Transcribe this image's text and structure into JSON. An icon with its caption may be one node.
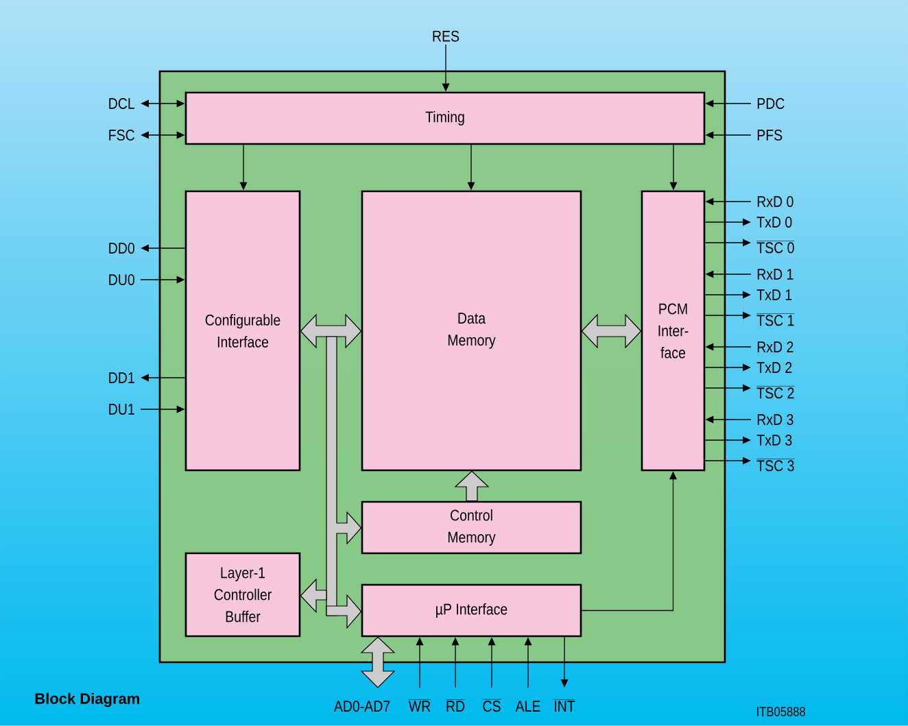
{
  "diagram": {
    "title": "Block Diagram",
    "nodes": [
      {
        "text": [],
        "shape": "box"
      },
      {
        "text": [
          "Timing"
        ],
        "in": 0
      },
      {
        "text": [
          "Configurable Interface"
        ],
        "in": 0
      },
      {
        "text": [
          "Data Memory"
        ],
        "in": 0
      },
      {
        "text": [
          "PCM Inter-face"
        ],
        "in": 0
      },
      {
        "text": [
          "Control Memory"
        ],
        "in": 0
      },
      {
        "text": [
          "Layer-1 Controller Buffer"
        ],
        "in": 0
      },
      {
        "text": [
          "µP Interface"
        ],
        "in": 0
      },
      {
        "text": [
          "RES"
        ]
      },
      {
        "text": [
          "DCL"
        ]
      },
      {
        "text": [
          "FSC"
        ]
      },
      {
        "text": [
          "PDC"
        ]
      },
      {
        "text": [
          "PFS"
        ]
      },
      {
        "text": [
          "DD0"
        ]
      },
      {
        "text": [
          "DU0"
        ]
      },
      {
        "text": [
          "DD1"
        ]
      },
      {
        "text": [
          "DU1"
        ]
      },
      {
        "text": [
          "RxD 0"
        ]
      },
      {
        "text": [
          "TxD 0"
        ]
      },
      {
        "text": [
          "TSC 0"
        ]
      },
      {
        "text": [
          "RxD 1"
        ]
      },
      {
        "text": [
          "TxD 1"
        ]
      },
      {
        "text": [
          "TSC 1"
        ]
      },
      {
        "text": [
          "RxD 2"
        ]
      },
      {
        "text": [
          "TxD 2"
        ]
      },
      {
        "text": [
          "TSC 2"
        ]
      },
      {
        "text": [
          "RxD 3"
        ]
      },
      {
        "text": [
          "TxD 3"
        ]
      },
      {
        "text": [
          "TSC 3"
        ]
      },
      {
        "text": [
          "AD0-AD7"
        ]
      },
      {
        "text": [
          "WR"
        ]
      },
      {
        "text": [
          "RD"
        ]
      },
      {
        "text": [
          "CS"
        ]
      },
      {
        "text": [
          "ALE"
        ]
      },
      {
        "text": [
          "INT"
        ]
      }
    ],
    "edges": [
      {
        "from": 8,
        "to": 1,
        "arrow": "to"
      },
      {
        "from": 9,
        "to": 1,
        "arrow": "both"
      },
      {
        "from": 10,
        "to": 1,
        "arrow": "both"
      },
      {
        "from": 11,
        "to": 1,
        "arrow": "to"
      },
      {
        "from": 12,
        "to": 1,
        "arrow": "to"
      },
      {
        "from": 1,
        "to": 2,
        "arrow": "to"
      },
      {
        "from": 1,
        "to": 3,
        "arrow": "to"
      },
      {
        "from": 1,
        "to": 4,
        "arrow": "to"
      },
      {
        "from": 2,
        "to": 13,
        "arrow": "to"
      },
      {
        "from": 14,
        "to": 2,
        "arrow": "to"
      },
      {
        "from": 2,
        "to": 15,
        "arrow": "to"
      },
      {
        "from": 16,
        "to": 2,
        "arrow": "to"
      },
      {
        "from": 17,
        "to": 4,
        "arrow": "to"
      },
      {
        "from": 4,
        "to": 18,
        "arrow": "to"
      },
      {
        "from": 4,
        "to": 19,
        "arrow": "to"
      },
      {
        "from": 20,
        "to": 4,
        "arrow": "to"
      },
      {
        "from": 4,
        "to": 21,
        "arrow": "to"
      },
      {
        "from": 4,
        "to": 22,
        "arrow": "to"
      },
      {
        "from": 23,
        "to": 4,
        "arrow": "to"
      },
      {
        "from": 4,
        "to": 24,
        "arrow": "to"
      },
      {
        "from": 4,
        "to": 25,
        "arrow": "to"
      },
      {
        "from": 26,
        "to": 4,
        "arrow": "to"
      },
      {
        "from": 4,
        "to": 27,
        "arrow": "to"
      },
      {
        "from": 4,
        "to": 28,
        "arrow": "to"
      },
      {
        "from": 2,
        "to": 3,
        "arrow": "both",
        "style": "thick"
      },
      {
        "from": null,
        "to": 5,
        "arrow": "to",
        "style": "thick"
      },
      {
        "from": null,
        "to": 7,
        "arrow": "to",
        "style": "thick"
      },
      {
        "from": 5,
        "to": 3,
        "arrow": "to",
        "style": "thick"
      },
      {
        "from": 3,
        "to": 4,
        "arrow": "both",
        "style": "thick"
      },
      {
        "from": 7,
        "to": 4,
        "arrow": "to"
      },
      {
        "from": 29,
        "to": 7,
        "arrow": "both",
        "style": "thick"
      },
      {
        "from": 30,
        "to": 7,
        "arrow": "to"
      },
      {
        "from": 31,
        "to": 7,
        "arrow": "to"
      },
      {
        "from": 32,
        "to": 7,
        "arrow": "to"
      },
      {
        "from": 33,
        "to": 7,
        "arrow": "to"
      },
      {
        "from": 7,
        "to": 34,
        "arrow": "to"
      },
      {
        "from": null,
        "to": 6,
        "arrow": "to",
        "style": "thick"
      }
    ],
    "labels": [
      "ITB05888"
    ]
  }
}
